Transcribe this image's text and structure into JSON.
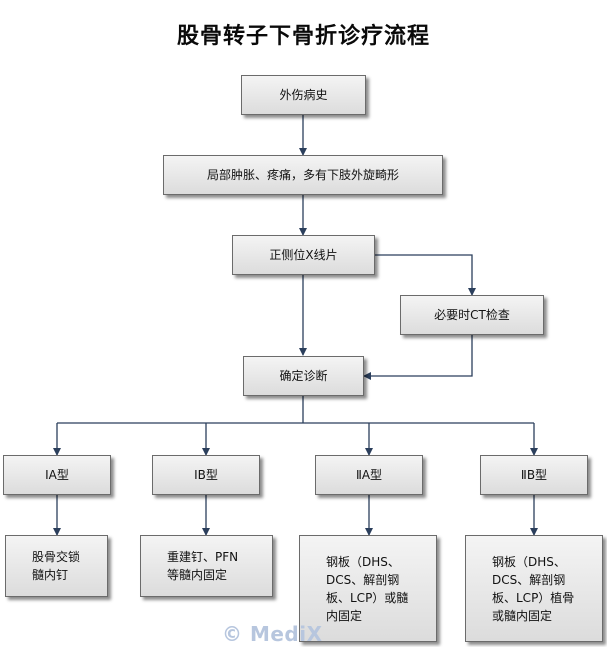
{
  "title": "股骨转子下骨折诊疗流程",
  "nodes": {
    "history": "外伤病史",
    "symptoms": "局部肿胀、疼痛，多有下肢外旋畸形",
    "xray": "正侧位X线片",
    "ct": "必要时CT检查",
    "diagnosis": "确定诊断",
    "type_ia": "ⅠA型",
    "type_ib": "ⅠB型",
    "type_iia": "ⅡA型",
    "type_iib": "ⅡB型",
    "treat_ia": "股骨交锁\n髓内钉",
    "treat_ib": "重建钉、PFN\n等髓内固定",
    "treat_iia": "钢板（DHS、\nDCS、解剖钢\n板、LCP）或髓\n内固定",
    "treat_iib": "钢板（DHS、\nDCS、解剖钢\n板、LCP）植骨\n或髓内固定"
  },
  "watermark": "© MediX",
  "colors": {
    "line": "#2b3f5c",
    "box_border": "#6b6b6b",
    "box_top": "#f4f4f4",
    "box_bottom": "#dcdcdc"
  }
}
